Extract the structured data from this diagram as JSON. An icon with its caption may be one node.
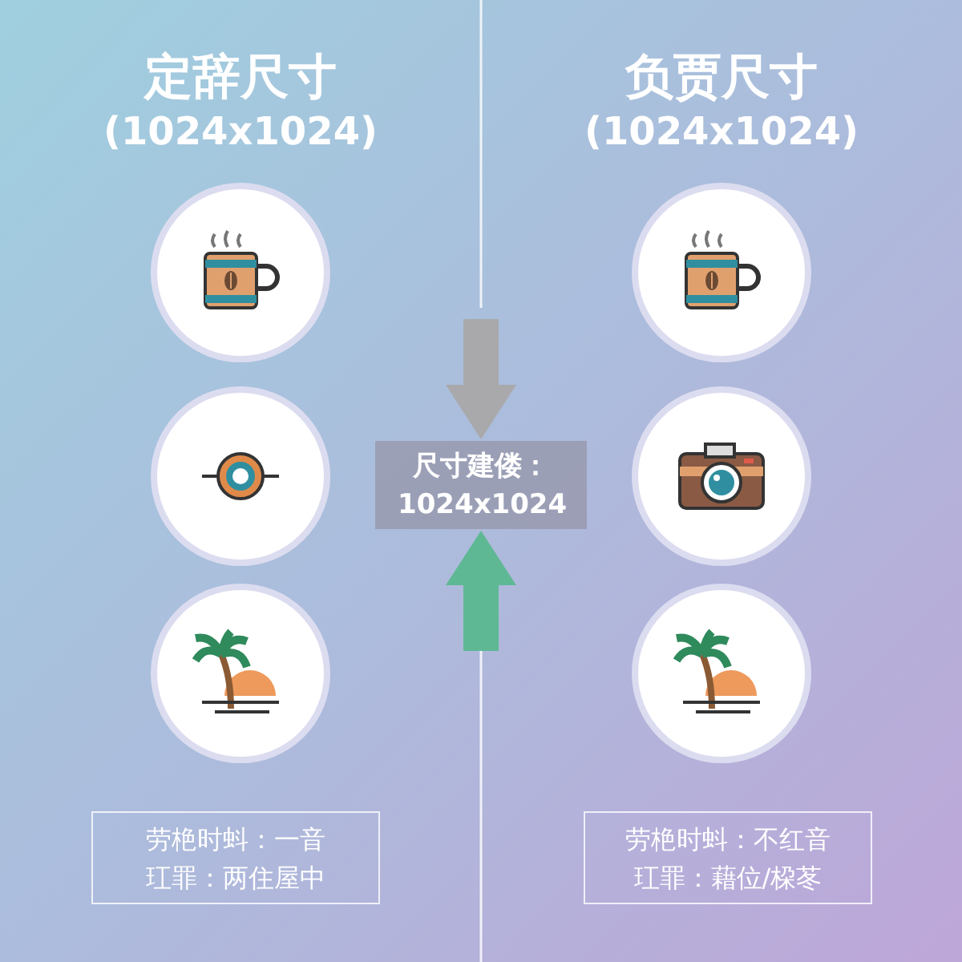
{
  "diagram": {
    "nodes": [
      {
        "text": [],
        "shape": "circle"
      },
      {
        "text": [],
        "shape": "circle"
      },
      {
        "text": [],
        "shape": "circle"
      },
      {
        "text": [],
        "shape": "circle"
      },
      {
        "text": [],
        "shape": "circle"
      },
      {
        "text": [],
        "shape": "circle"
      },
      {
        "text": [
          "尺寸建偻：1024x1024"
        ]
      },
      {
        "text": [
          "劳栬时蚪：一音",
          "玒罪：两住屋中"
        ]
      },
      {
        "text": [
          "劳栬时蚪：不红音",
          "玒罪：藉位/桗苳"
        ]
      }
    ],
    "edges": [
      {
        "from": null,
        "to": 6,
        "arrow": "to",
        "color": "#a9a9ab"
      },
      {
        "from": null,
        "to": 6,
        "arrow": "to",
        "color": "#5fb894"
      }
    ],
    "labels": [
      "定辞尺寸",
      "(1024x1024)",
      "负贾尺寸",
      "(1024x1024)"
    ]
  }
}
